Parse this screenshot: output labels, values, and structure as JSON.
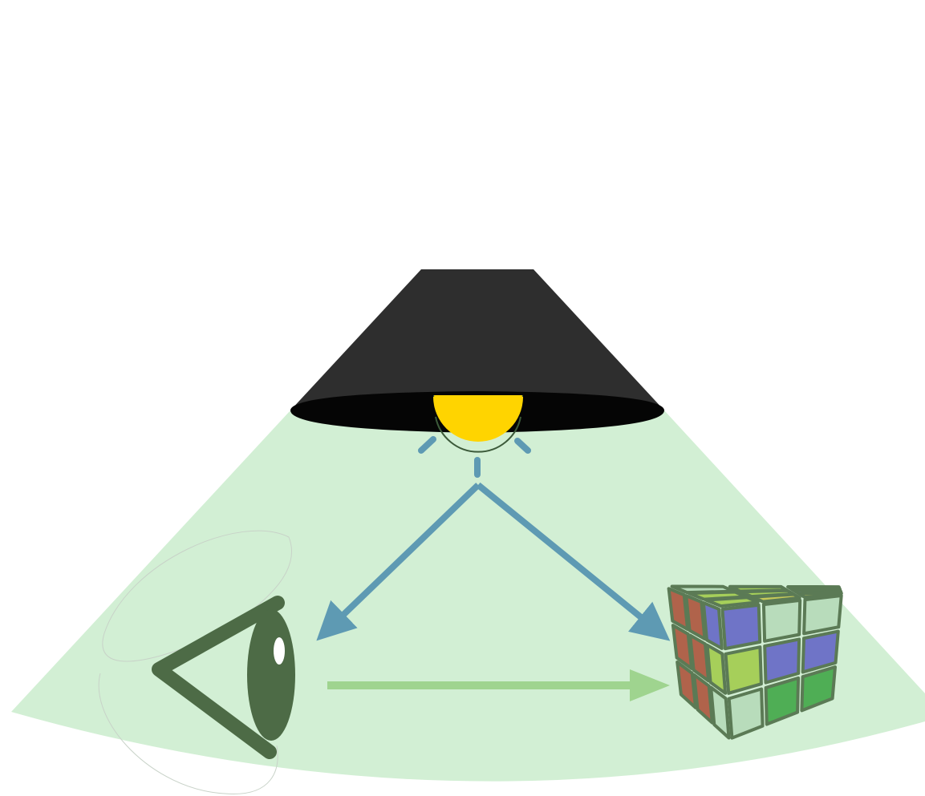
{
  "diagram": {
    "nodes": [
      {
        "id": "lamp",
        "icon": "lamp-icon"
      },
      {
        "id": "light-bulb",
        "icon": "light-bulb-icon"
      },
      {
        "id": "observer-eye",
        "icon": "eye-icon"
      },
      {
        "id": "object-cube",
        "icon": "rubiks-cube-icon"
      }
    ],
    "edges": [
      {
        "from": "lamp",
        "to": "observer-eye",
        "color": "#5e9ab3"
      },
      {
        "from": "lamp",
        "to": "object-cube",
        "color": "#5e9ab3"
      },
      {
        "from": "observer-eye",
        "to": "object-cube",
        "color": "#9fd48f"
      }
    ]
  },
  "colors": {
    "light_cone": "#d2efd4",
    "lamp_shade": "#2e2e2e",
    "lamp_rim": "#050505",
    "bulb": "#ffd400",
    "light_arrows": "#5e9ab3",
    "view_arrow": "#9fd48f",
    "eye": "#4d6b46",
    "cube_red": "#b0634b",
    "cube_blue": "#6f74c7",
    "cube_green": "#4fae55",
    "cube_lime": "#a6cf5a",
    "cube_white": "#b8dcbb",
    "cube_yellow": "#c6c95a",
    "cube_frame": "#5b7a55"
  }
}
